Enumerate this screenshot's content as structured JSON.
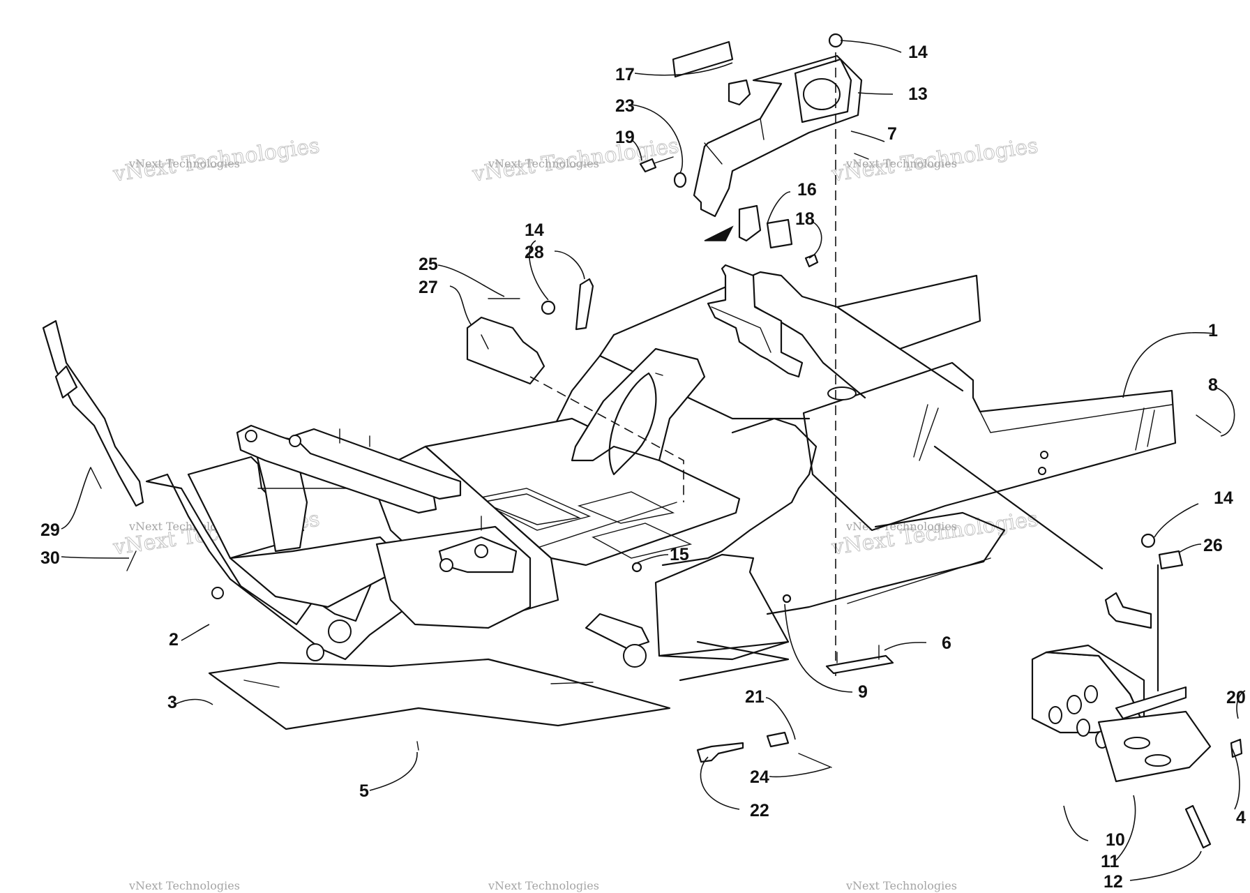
{
  "diagram": {
    "callouts": [
      {
        "id": "c1",
        "label": "1"
      },
      {
        "id": "c2",
        "label": "2"
      },
      {
        "id": "c3",
        "label": "3"
      },
      {
        "id": "c4",
        "label": "4"
      },
      {
        "id": "c5",
        "label": "5"
      },
      {
        "id": "c6",
        "label": "6"
      },
      {
        "id": "c7",
        "label": "7"
      },
      {
        "id": "c8",
        "label": "8"
      },
      {
        "id": "c9",
        "label": "9"
      },
      {
        "id": "c10",
        "label": "10"
      },
      {
        "id": "c11",
        "label": "11"
      },
      {
        "id": "c12",
        "label": "12"
      },
      {
        "id": "c13",
        "label": "13"
      },
      {
        "id": "c14a",
        "label": "14"
      },
      {
        "id": "c14b",
        "label": "14"
      },
      {
        "id": "c14c",
        "label": "14"
      },
      {
        "id": "c15",
        "label": "15"
      },
      {
        "id": "c16",
        "label": "16"
      },
      {
        "id": "c17",
        "label": "17"
      },
      {
        "id": "c18",
        "label": "18"
      },
      {
        "id": "c19",
        "label": "19"
      },
      {
        "id": "c20",
        "label": "20"
      },
      {
        "id": "c21",
        "label": "21"
      },
      {
        "id": "c22",
        "label": "22"
      },
      {
        "id": "c23",
        "label": "23"
      },
      {
        "id": "c24",
        "label": "24"
      },
      {
        "id": "c25",
        "label": "25"
      },
      {
        "id": "c26",
        "label": "26"
      },
      {
        "id": "c27",
        "label": "27"
      },
      {
        "id": "c28",
        "label": "28"
      },
      {
        "id": "c29",
        "label": "29"
      },
      {
        "id": "c30",
        "label": "30"
      }
    ],
    "watermark": {
      "large": "vNext Technologies",
      "small": "vNext Technologies"
    }
  }
}
